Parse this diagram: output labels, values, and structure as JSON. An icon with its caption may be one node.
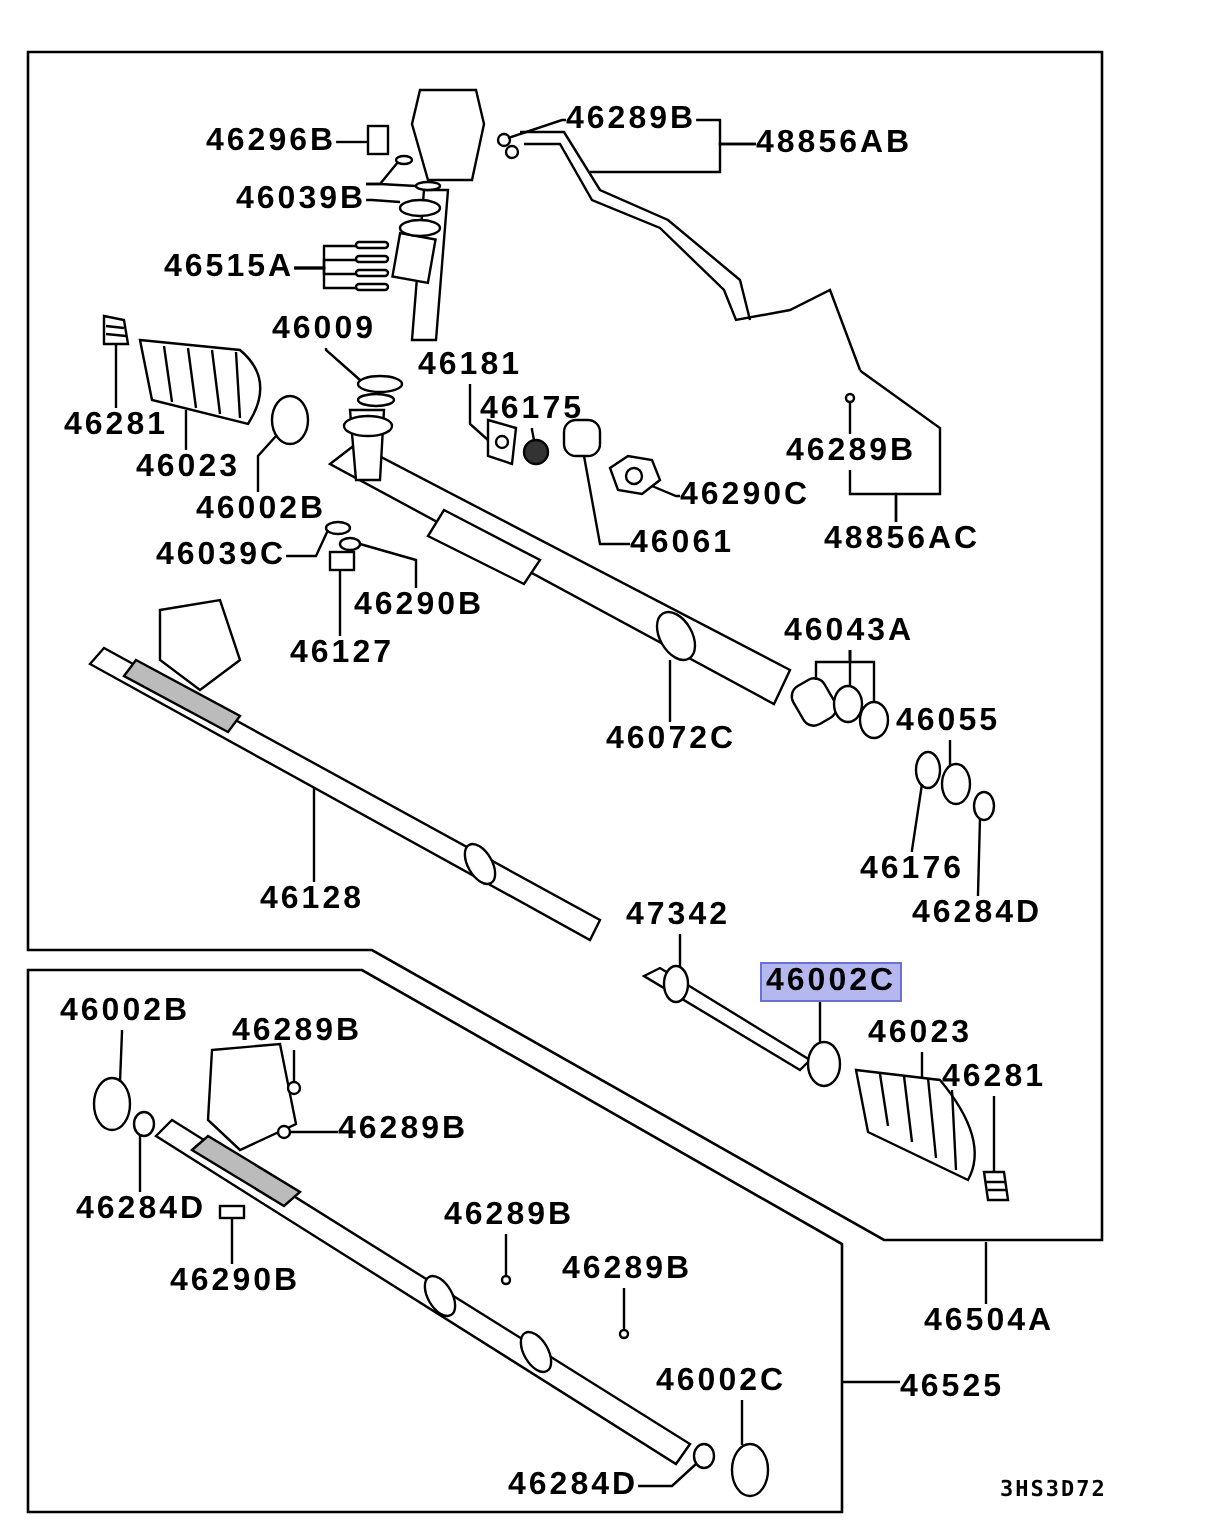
{
  "diagram": {
    "nodes": [
      {
        "text": [
          "46296B"
        ]
      },
      {
        "text": [
          "46039B"
        ]
      },
      {
        "text": [
          "46289B"
        ]
      },
      {
        "text": [
          "48856AB"
        ]
      },
      {
        "text": [
          "46515A"
        ]
      },
      {
        "text": [
          "46009"
        ]
      },
      {
        "text": [
          "46181"
        ]
      },
      {
        "text": [
          "46175"
        ]
      },
      {
        "text": [
          "46281"
        ]
      },
      {
        "text": [
          "46023"
        ]
      },
      {
        "text": [
          "46002B"
        ]
      },
      {
        "text": [
          "46289B"
        ]
      },
      {
        "text": [
          "46290C"
        ]
      },
      {
        "text": [
          "46061"
        ]
      },
      {
        "text": [
          "46039C"
        ]
      },
      {
        "text": [
          "48856AC"
        ]
      },
      {
        "text": [
          "46290B"
        ]
      },
      {
        "text": [
          "46127"
        ]
      },
      {
        "text": [
          "46043A"
        ]
      },
      {
        "text": [
          "46072C"
        ]
      },
      {
        "text": [
          "46055"
        ]
      },
      {
        "text": [
          "46176"
        ]
      },
      {
        "text": [
          "46284D"
        ]
      },
      {
        "text": [
          "46128"
        ]
      },
      {
        "text": [
          "47342"
        ]
      },
      {
        "text": [
          "46002C"
        ]
      },
      {
        "text": [
          "46023"
        ]
      },
      {
        "text": [
          "46281"
        ]
      },
      {
        "text": [
          "46002B"
        ]
      },
      {
        "text": [
          "46289B"
        ]
      },
      {
        "text": [
          "46289B"
        ]
      },
      {
        "text": [
          "46284D"
        ]
      },
      {
        "text": [
          "46290B"
        ]
      },
      {
        "text": [
          "46289B"
        ]
      },
      {
        "text": [
          "46289B"
        ]
      },
      {
        "text": [
          "46504A"
        ]
      },
      {
        "text": [
          "46525"
        ]
      },
      {
        "text": [
          "46002C"
        ]
      },
      {
        "text": [
          "46284D"
        ]
      },
      {
        "text": [],
        "shape": "box"
      },
      {
        "text": [],
        "shape": "circle"
      },
      {
        "text": [],
        "shape": "circle"
      },
      {
        "text": [],
        "shape": "circle"
      },
      {
        "text": [],
        "shape": "box"
      },
      {
        "text": [],
        "shape": "box"
      },
      {
        "text": [],
        "shape": "box"
      },
      {
        "text": [],
        "shape": "box"
      },
      {
        "text": [],
        "shape": "circle"
      },
      {
        "text": [],
        "shape": "picture"
      },
      {
        "text": [],
        "shape": "circle"
      },
      {
        "text": [],
        "shape": "picture"
      },
      {
        "text": [],
        "shape": "picture"
      },
      {
        "text": [],
        "shape": "circle"
      },
      {
        "text": [],
        "shape": "circle"
      },
      {
        "text": [],
        "shape": "picture"
      },
      {
        "text": [],
        "shape": "box"
      },
      {
        "text": [],
        "shape": "circle"
      },
      {
        "text": [],
        "shape": "circle"
      },
      {
        "text": [],
        "shape": "box"
      },
      {
        "text": [],
        "shape": "box"
      },
      {
        "text": [],
        "shape": "circle"
      },
      {
        "text": [],
        "shape": "circle"
      },
      {
        "text": [],
        "shape": "circle"
      },
      {
        "text": [],
        "shape": "circle"
      },
      {
        "text": [],
        "shape": "circle"
      },
      {
        "text": [],
        "shape": "circle"
      },
      {
        "text": [],
        "shape": "picture"
      },
      {
        "text": [],
        "shape": "picture"
      },
      {
        "text": [],
        "shape": "circle"
      },
      {
        "text": [],
        "shape": "picture"
      },
      {
        "text": [],
        "shape": "picture"
      },
      {
        "text": [],
        "shape": "circle"
      },
      {
        "text": [],
        "shape": "circle"
      },
      {
        "text": [],
        "shape": "circle"
      },
      {
        "text": [],
        "shape": "circle"
      },
      {
        "text": [],
        "shape": "box"
      },
      {
        "text": [],
        "shape": "circle"
      },
      {
        "text": [],
        "shape": "circle"
      },
      {
        "text": [],
        "shape": "circle"
      },
      {
        "text": [],
        "shape": "circle"
      },
      {
        "text": [],
        "shape": "picture"
      },
      {
        "text": [],
        "shape": "circle"
      }
    ],
    "edges": [
      {
        "from": 0,
        "to": 39,
        "arrow": "none"
      },
      {
        "from": 1,
        "to": 40,
        "arrow": "none"
      },
      {
        "from": 2,
        "to": 81,
        "arrow": "none"
      },
      {
        "from": 3,
        "to": 2,
        "arrow": "none"
      },
      {
        "from": 4,
        "to": 43,
        "arrow": "none"
      },
      {
        "from": 5,
        "to": 47,
        "arrow": "none"
      },
      {
        "from": 6,
        "to": 48,
        "arrow": "none"
      },
      {
        "from": 7,
        "to": 49,
        "arrow": "none"
      },
      {
        "from": 8,
        "to": 50,
        "arrow": "none"
      },
      {
        "from": 9,
        "to": 51,
        "arrow": "none"
      },
      {
        "from": 10,
        "to": 52,
        "arrow": "none"
      },
      {
        "from": 11,
        "to": 53,
        "arrow": "none"
      },
      {
        "from": 12,
        "to": 54,
        "arrow": "none"
      },
      {
        "from": 13,
        "to": 55,
        "arrow": "none"
      },
      {
        "from": 14,
        "to": 56,
        "arrow": "none"
      },
      {
        "from": 15,
        "to": 11,
        "arrow": "none"
      },
      {
        "from": 16,
        "to": 57,
        "arrow": "none"
      },
      {
        "from": 17,
        "to": 58,
        "arrow": "none"
      },
      {
        "from": 18,
        "to": 59,
        "arrow": "none"
      },
      {
        "from": 19,
        "to": 62,
        "arrow": "none"
      },
      {
        "from": 20,
        "to": 63,
        "arrow": "none"
      },
      {
        "from": 21,
        "to": 64,
        "arrow": "none"
      },
      {
        "from": 22,
        "to": 65,
        "arrow": "none"
      },
      {
        "from": 23,
        "to": 66,
        "arrow": "none"
      },
      {
        "from": 24,
        "to": 67,
        "arrow": "none"
      },
      {
        "from": 25,
        "to": 68,
        "arrow": "none"
      },
      {
        "from": 26,
        "to": 69,
        "arrow": "none"
      },
      {
        "from": 27,
        "to": 70,
        "arrow": "none"
      },
      {
        "from": 28,
        "to": 71,
        "arrow": "none"
      },
      {
        "from": 29,
        "to": 72,
        "arrow": "none"
      },
      {
        "from": 30,
        "to": 73,
        "arrow": "none"
      },
      {
        "from": 31,
        "to": 74,
        "arrow": "none"
      },
      {
        "from": 32,
        "to": 75,
        "arrow": "none"
      },
      {
        "from": 33,
        "to": 76,
        "arrow": "none"
      },
      {
        "from": 34,
        "to": 77,
        "arrow": "none"
      },
      {
        "from": 35,
        "to": null,
        "arrow": "none"
      },
      {
        "from": 36,
        "to": null,
        "arrow": "none"
      },
      {
        "from": 37,
        "to": 78,
        "arrow": "none"
      },
      {
        "from": 38,
        "to": 79,
        "arrow": "none"
      },
      {
        "from": 3,
        "to": 80,
        "arrow": "none"
      },
      {
        "from": 15,
        "to": 80,
        "arrow": "none"
      },
      {
        "from": 4,
        "to": 44,
        "arrow": "none"
      },
      {
        "from": 4,
        "to": 45,
        "arrow": "none"
      },
      {
        "from": 4,
        "to": 46,
        "arrow": "none"
      },
      {
        "from": 18,
        "to": 60,
        "arrow": "none"
      },
      {
        "from": 18,
        "to": 61,
        "arrow": "none"
      },
      {
        "from": 1,
        "to": 41,
        "arrow": "none"
      },
      {
        "from": 1,
        "to": 42,
        "arrow": "none"
      }
    ],
    "labels": [
      "3HS3D72"
    ]
  }
}
